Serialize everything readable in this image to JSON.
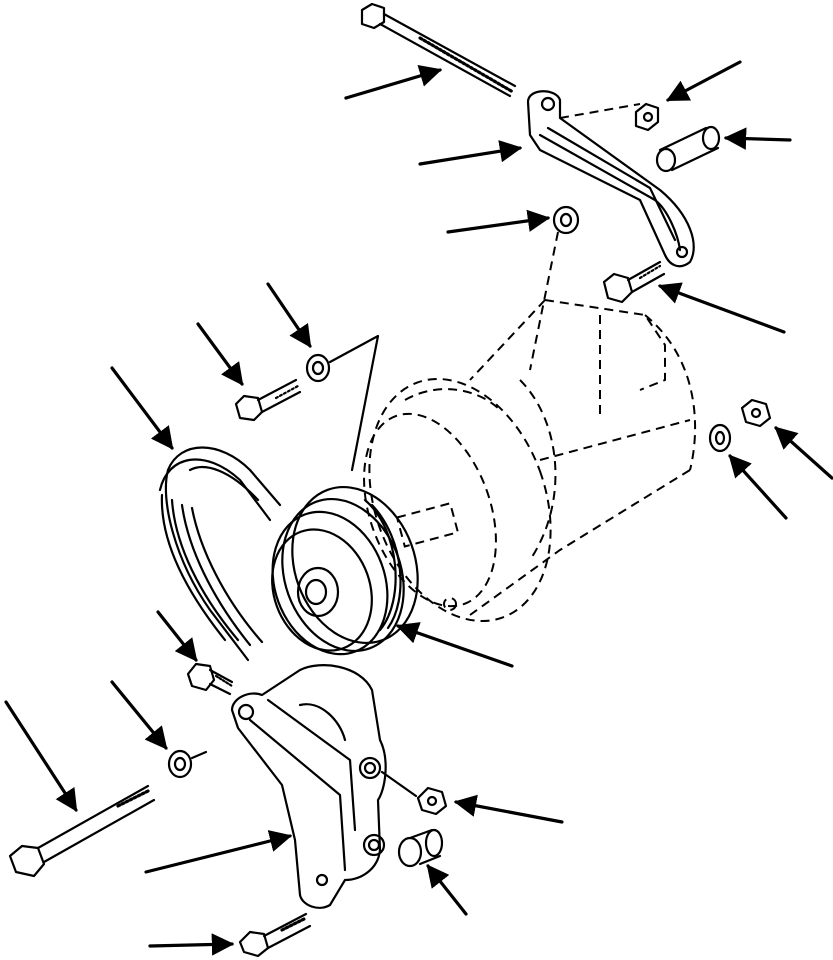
{
  "diagram": {
    "kind": "exploded-view",
    "subject": "alternator-mounting",
    "colors": {
      "ink": "#000000",
      "paper": "#ffffff"
    },
    "leader_count": 20
  }
}
